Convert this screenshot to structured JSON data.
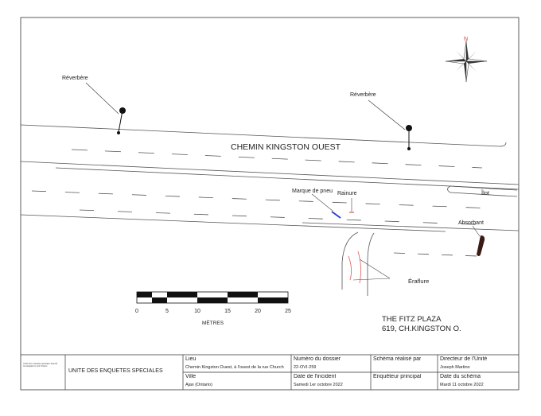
{
  "north": {
    "label": "N"
  },
  "road": {
    "name": "CHEMIN KINGSTON OUEST"
  },
  "labels": {
    "lamp_1": "Réverbère",
    "lamp_2": "Réverbère",
    "tire_mark": "Marque de pneu",
    "groove": "Rainure",
    "island": "Îlot",
    "absorbent": "Absorbant",
    "scratch": "Éraflure"
  },
  "scale": {
    "ticks": [
      "0",
      "5",
      "10",
      "15",
      "20",
      "25"
    ],
    "unit": "MÈTRES"
  },
  "location_text": {
    "line1": "THE FITZ PLAZA",
    "line2": "619, CH.KINGSTON O."
  },
  "title_block": {
    "logo_text": "Unité des enquêtes spéciales Special Investigations Unit Ontario",
    "unit_name": "UNITÉ DES ENQUÊTES SPÉCIALES",
    "lieu_label": "Lieu",
    "lieu_value": "Chemin Kingston Ouest, à l'ouest de la rue Church",
    "ville_label": "Ville",
    "ville_value": "Ajax (Ontario)",
    "dossier_label": "Numéro du dossier",
    "dossier_value": "22-OVI-259",
    "incident_label": "Date de l'incident",
    "incident_value": "Samedi 1er octobre 2022",
    "schema_par_label": "Schéma réalisé par",
    "schema_par_value": "",
    "enqueteur_label": "Enquêteur principal",
    "enqueteur_value": "",
    "directeur_label": "Directeur de l'Unité",
    "directeur_value": "Joseph Martino",
    "date_schema_label": "Date du schéma",
    "date_schema_value": "Mardi 11 octobre 2022"
  },
  "colors": {
    "line": "#555555",
    "north": "#e23b2a",
    "tire_mark": "#2f3fd0",
    "groove": "#c0392b",
    "absorbent": "#3a1a14",
    "scratch": "#e26b6b"
  }
}
